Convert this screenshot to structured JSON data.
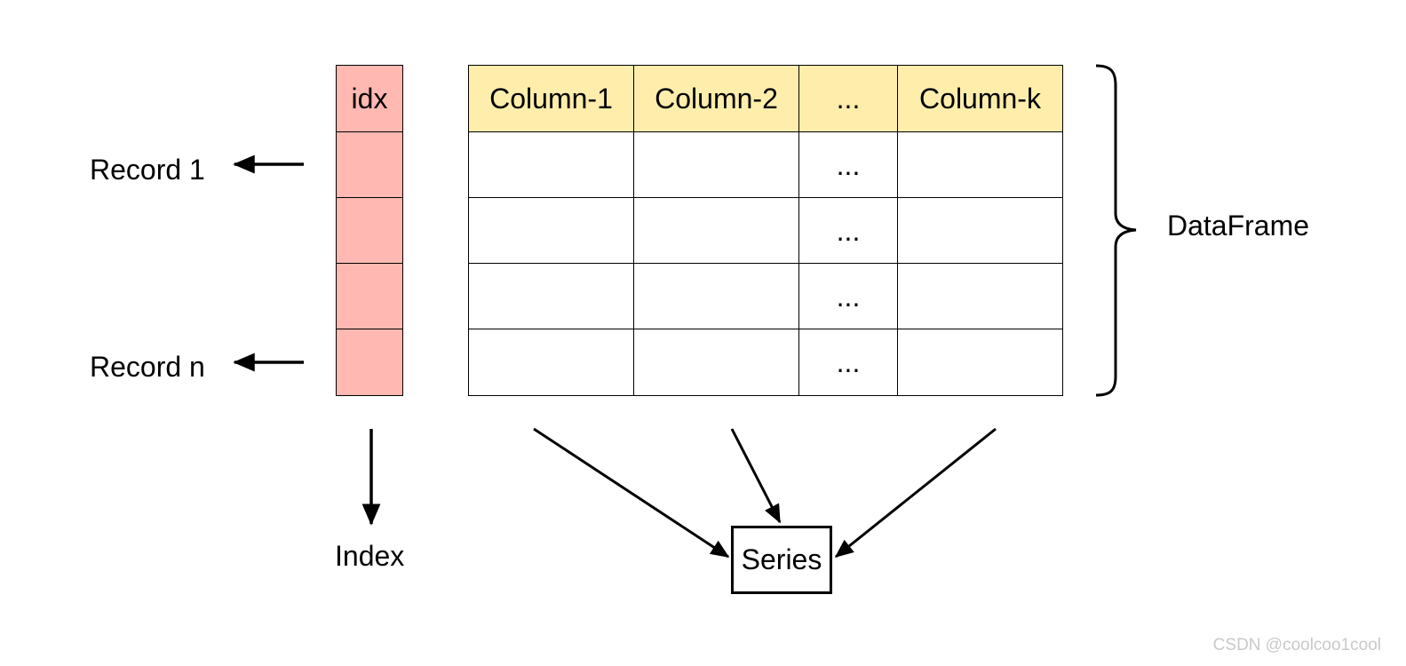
{
  "index_header": "idx",
  "columns": [
    "Column-1",
    "Column-2",
    "...",
    "Column-k"
  ],
  "ellipsis": "...",
  "records": {
    "first": "Record 1",
    "last": "Record n"
  },
  "labels": {
    "dataframe": "DataFrame",
    "index": "Index",
    "series": "Series"
  },
  "watermark": "CSDN @coolcoo1cool",
  "colors": {
    "index_fill": "#ffb8b2",
    "header_fill": "#ffeeab",
    "line": "#000000"
  }
}
